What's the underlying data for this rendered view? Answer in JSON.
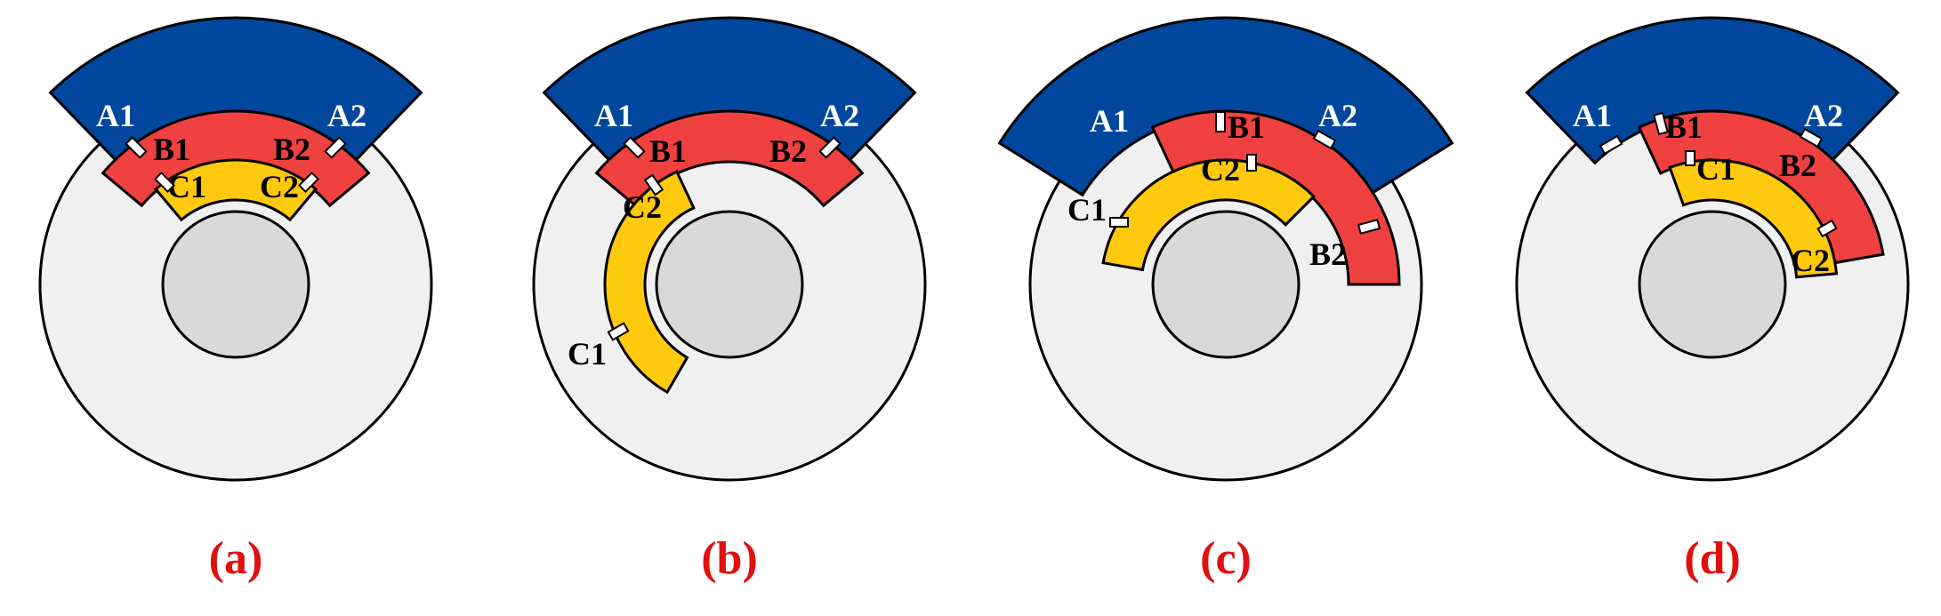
{
  "colors": {
    "outer_arc": "#00479D",
    "middle_arc": "#F04141",
    "inner_arc": "#FFC90E",
    "disc": "#F0F0F0",
    "hub": "#D9D9D9",
    "caption": "#E01010",
    "outline": "#000000"
  },
  "panels": [
    {
      "caption": "(a)",
      "labels": {
        "a1": "A1",
        "a2": "A2",
        "b1": "B1",
        "b2": "B2",
        "c1": "C1",
        "c2": "C2"
      }
    },
    {
      "caption": "(b)",
      "labels": {
        "a1": "A1",
        "a2": "A2",
        "b1": "B1",
        "b2": "B2",
        "c1": "C1",
        "c2": "C2"
      }
    },
    {
      "caption": "(c)",
      "labels": {
        "a1": "A1",
        "a2": "A2",
        "b1": "B1",
        "b2": "B2",
        "c1": "C1",
        "c2": "C2"
      }
    },
    {
      "caption": "(d)",
      "labels": {
        "a1": "A1",
        "a2": "A2",
        "b1": "B1",
        "b2": "B2",
        "c1": "C1",
        "c2": "C2"
      }
    }
  ]
}
